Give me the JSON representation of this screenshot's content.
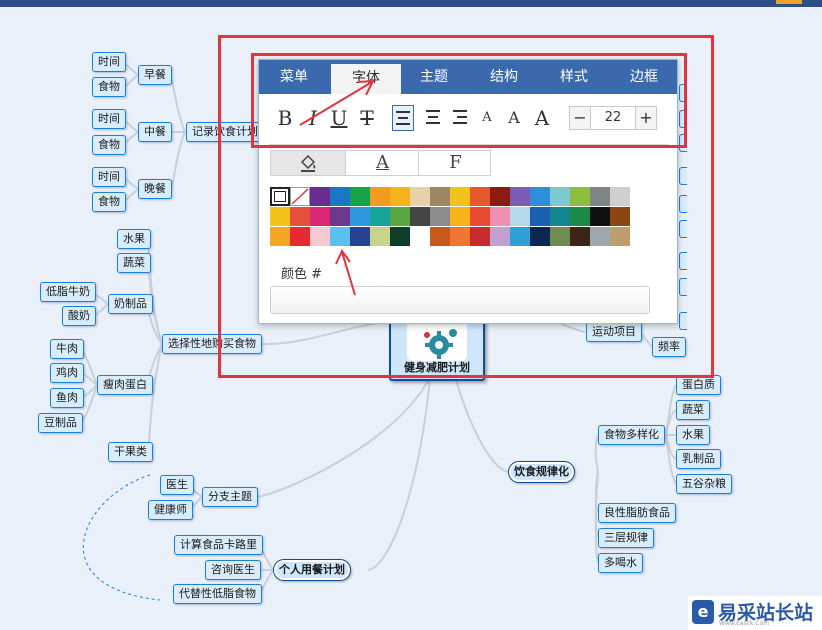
{
  "panel": {
    "tabs": [
      "菜单",
      "字体",
      "主题",
      "结构",
      "样式",
      "边框"
    ],
    "active_tab": "字体",
    "font_size": "22",
    "stepper": {
      "minus": "−",
      "plus": "+"
    },
    "format_buttons": {
      "bold": "B",
      "italic": "I",
      "underline": "U",
      "strike": "T"
    },
    "size_letters": [
      "A",
      "A",
      "A"
    ],
    "subtabs": [
      "A",
      "F"
    ],
    "color_label": "颜色 #"
  },
  "palette": [
    [
      "#ffffff",
      "none",
      "#6b2c8f",
      "#1877c9",
      "#18a24b",
      "#f39a1f",
      "#f5b41b",
      "#e8d1a8",
      "#9e8760",
      "#f2c31a",
      "#e4582a",
      "#8b1a13",
      "#7b5bb6",
      "#2d8fd8",
      "#7ac8d4",
      "#8fbd3c",
      "#7f8487",
      "#cfcfcf"
    ],
    [
      "#f2c31a",
      "#e54f3c",
      "#db2773",
      "#6b3a8e",
      "#2e97dd",
      "#18a39b",
      "#57a742",
      "#454545",
      "#8c8c8c",
      "#f6b31a",
      "#e94a32",
      "#f08fb2",
      "#b7d7eb",
      "#1a5fb0",
      "#12858e",
      "#1b8a46",
      "#101010",
      "#8c4614"
    ],
    [
      "#f5a623",
      "#e52a34",
      "#f7c8cf",
      "#59c0f0",
      "#26438f",
      "#c6d48c",
      "#0e3d2a",
      "#ffffff",
      "#c75a1a",
      "#ef7530",
      "#c72b2f",
      "#c29fd0",
      "#2f9fd8",
      "#0b2750",
      "#6e8c52",
      "#3c2516",
      "#9ea7ad",
      "#bf9e6e"
    ]
  ],
  "mindmap": {
    "center": "健身减肥计划",
    "left_branches": {
      "record": {
        "label": "记录饮食计划",
        "meals": [
          "早餐",
          "中餐",
          "晚餐"
        ],
        "leaf_time": "时间",
        "leaf_food": "食物"
      },
      "select": {
        "label": "选择性地购买食物",
        "veg": "蔬菜",
        "fruit": "水果",
        "dairy": {
          "label": "奶制品",
          "items": [
            "低脂牛奶",
            "酸奶"
          ]
        },
        "lean": {
          "label": "瘦肉蛋白",
          "items": [
            "牛肉",
            "鸡肉",
            "鱼肉",
            "豆制品"
          ]
        },
        "nuts": "干果类"
      },
      "share": {
        "label": "分支主题",
        "items": [
          "医生",
          "健康师"
        ]
      },
      "personal": {
        "label": "个人用餐计划",
        "items": [
          "计算食品卡路里",
          "咨询医生",
          "代替性低脂食物"
        ]
      }
    },
    "right_branches": {
      "exercise": {
        "label": "运动项目",
        "freq": "频率"
      },
      "regular": {
        "label": "饮食规律化",
        "variety": {
          "label": "食物多样化",
          "items": [
            "蛋白质",
            "蔬菜",
            "水果",
            "乳制品",
            "五谷杂粮"
          ]
        },
        "others": [
          "良性脂肪食品",
          "三层规律",
          "多喝水"
        ]
      }
    }
  },
  "watermark": {
    "text": "易采站长站",
    "sub": "Www.Easck.Com"
  }
}
